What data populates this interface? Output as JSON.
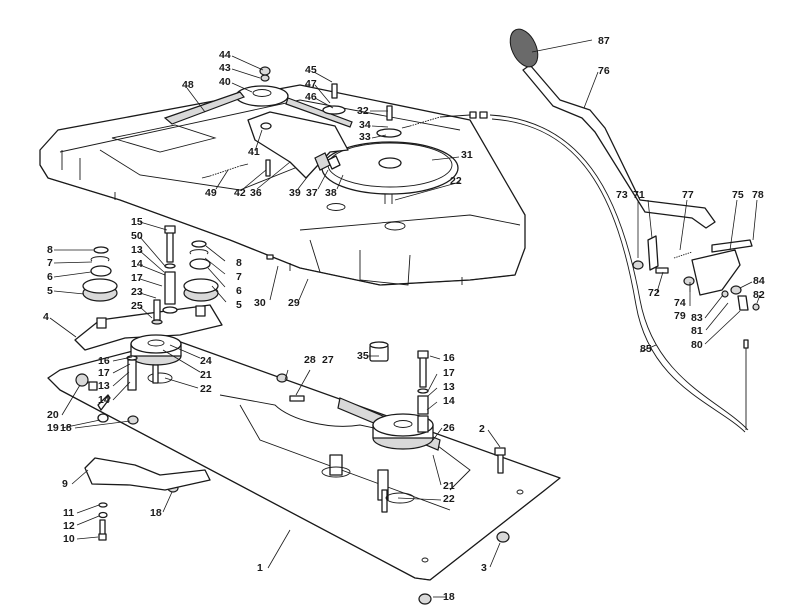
{
  "diagram": {
    "title": "Exploded parts diagram - cutting deck drive / engagement lever",
    "line_color": "#1a1a1a",
    "background": "#ffffff",
    "callouts": [
      {
        "id": "c44",
        "label": "44"
      },
      {
        "id": "c43",
        "label": "43"
      },
      {
        "id": "c40",
        "label": "40"
      },
      {
        "id": "c48",
        "label": "48"
      },
      {
        "id": "c45",
        "label": "45"
      },
      {
        "id": "c47",
        "label": "47"
      },
      {
        "id": "c46",
        "label": "46"
      },
      {
        "id": "c32",
        "label": "32"
      },
      {
        "id": "c34",
        "label": "34"
      },
      {
        "id": "c33",
        "label": "33"
      },
      {
        "id": "c41",
        "label": "41"
      },
      {
        "id": "c31",
        "label": "31"
      },
      {
        "id": "c49",
        "label": "49"
      },
      {
        "id": "c42",
        "label": "42"
      },
      {
        "id": "c36",
        "label": "36"
      },
      {
        "id": "c39",
        "label": "39"
      },
      {
        "id": "c37",
        "label": "37"
      },
      {
        "id": "c38",
        "label": "38"
      },
      {
        "id": "c22a",
        "label": "22"
      },
      {
        "id": "c87",
        "label": "87"
      },
      {
        "id": "c76",
        "label": "76"
      },
      {
        "id": "c15",
        "label": "15"
      },
      {
        "id": "c50",
        "label": "50"
      },
      {
        "id": "c13a",
        "label": "13"
      },
      {
        "id": "c14a",
        "label": "14"
      },
      {
        "id": "c17a",
        "label": "17"
      },
      {
        "id": "c23",
        "label": "23"
      },
      {
        "id": "c25",
        "label": "25"
      },
      {
        "id": "c8a",
        "label": "8"
      },
      {
        "id": "c7a",
        "label": "7"
      },
      {
        "id": "c6a",
        "label": "6"
      },
      {
        "id": "c5a",
        "label": "5"
      },
      {
        "id": "c8b",
        "label": "8"
      },
      {
        "id": "c7b",
        "label": "7"
      },
      {
        "id": "c6b",
        "label": "6"
      },
      {
        "id": "c5b",
        "label": "5"
      },
      {
        "id": "c30",
        "label": "30"
      },
      {
        "id": "c29",
        "label": "29"
      },
      {
        "id": "c4",
        "label": "4"
      },
      {
        "id": "c16a",
        "label": "16"
      },
      {
        "id": "c24",
        "label": "24"
      },
      {
        "id": "c21a",
        "label": "21"
      },
      {
        "id": "c17b",
        "label": "17"
      },
      {
        "id": "c13b",
        "label": "13"
      },
      {
        "id": "c22b",
        "label": "22"
      },
      {
        "id": "c14b",
        "label": "14"
      },
      {
        "id": "c20",
        "label": "20"
      },
      {
        "id": "c19",
        "label": "19"
      },
      {
        "id": "c28",
        "label": "28"
      },
      {
        "id": "c27",
        "label": "27"
      },
      {
        "id": "c35",
        "label": "35"
      },
      {
        "id": "c16b",
        "label": "16"
      },
      {
        "id": "c17c",
        "label": "17"
      },
      {
        "id": "c13c",
        "label": "13"
      },
      {
        "id": "c14c",
        "label": "14"
      },
      {
        "id": "c26",
        "label": "26"
      },
      {
        "id": "c2",
        "label": "2"
      },
      {
        "id": "c21b",
        "label": "21"
      },
      {
        "id": "c22c",
        "label": "22"
      },
      {
        "id": "c18a",
        "label": "18"
      },
      {
        "id": "c9",
        "label": "9"
      },
      {
        "id": "c18b",
        "label": "18"
      },
      {
        "id": "c11",
        "label": "11"
      },
      {
        "id": "c12",
        "label": "12"
      },
      {
        "id": "c10",
        "label": "10"
      },
      {
        "id": "c1",
        "label": "1"
      },
      {
        "id": "c18c",
        "label": "18"
      },
      {
        "id": "c3",
        "label": "3"
      },
      {
        "id": "c73",
        "label": "73"
      },
      {
        "id": "c71",
        "label": "71"
      },
      {
        "id": "c77",
        "label": "77"
      },
      {
        "id": "c75",
        "label": "75"
      },
      {
        "id": "c78",
        "label": "78"
      },
      {
        "id": "c72",
        "label": "72"
      },
      {
        "id": "c74",
        "label": "74"
      },
      {
        "id": "c79",
        "label": "79"
      },
      {
        "id": "c84",
        "label": "84"
      },
      {
        "id": "c82",
        "label": "82"
      },
      {
        "id": "c83",
        "label": "83"
      },
      {
        "id": "c81",
        "label": "81"
      },
      {
        "id": "c80",
        "label": "80"
      },
      {
        "id": "c85",
        "label": "85"
      }
    ]
  }
}
